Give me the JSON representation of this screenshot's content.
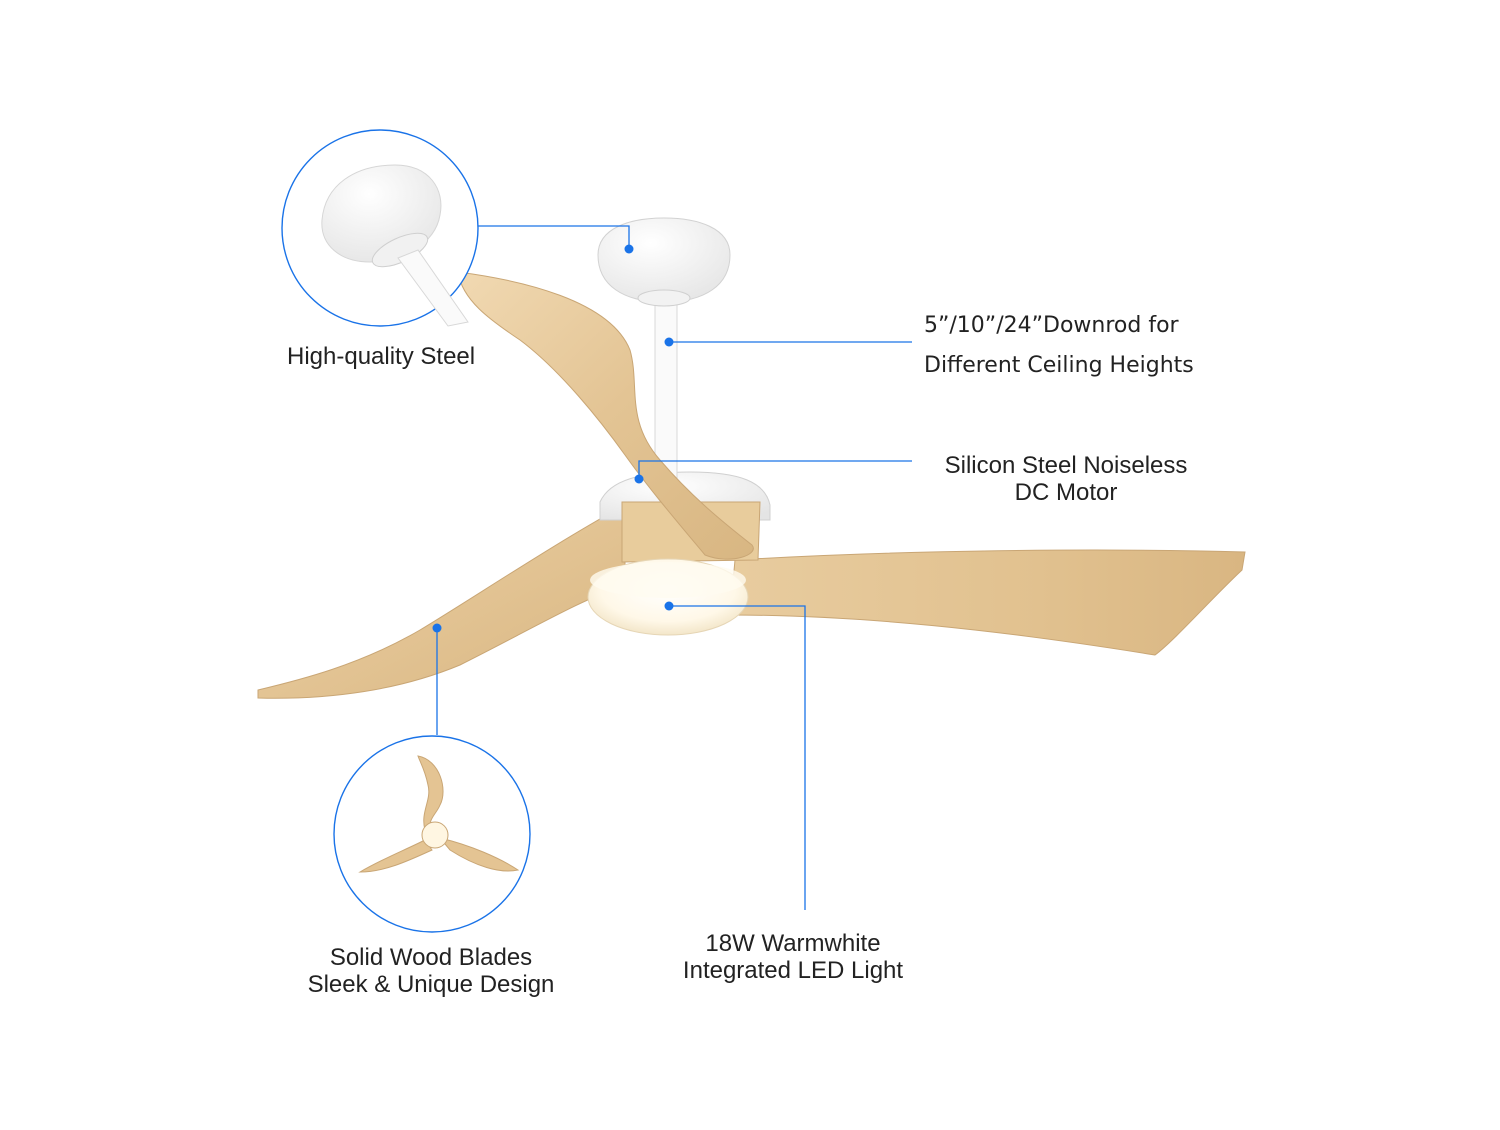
{
  "accent_color": "#1a73e8",
  "wood_color": "#e6c89a",
  "callouts": {
    "canopy": {
      "text": "High-quality Steel"
    },
    "downrod": {
      "line1": "5”/10”/24”Downrod for",
      "line2": "Different Ceiling Heights"
    },
    "motor": {
      "line1": "Silicon Steel Noiseless",
      "line2": "DC Motor"
    },
    "blades": {
      "line1": "Solid Wood Blades",
      "line2": "Sleek & Unique Design"
    },
    "light": {
      "line1": "18W Warmwhite",
      "line2": "Integrated LED Light"
    }
  }
}
